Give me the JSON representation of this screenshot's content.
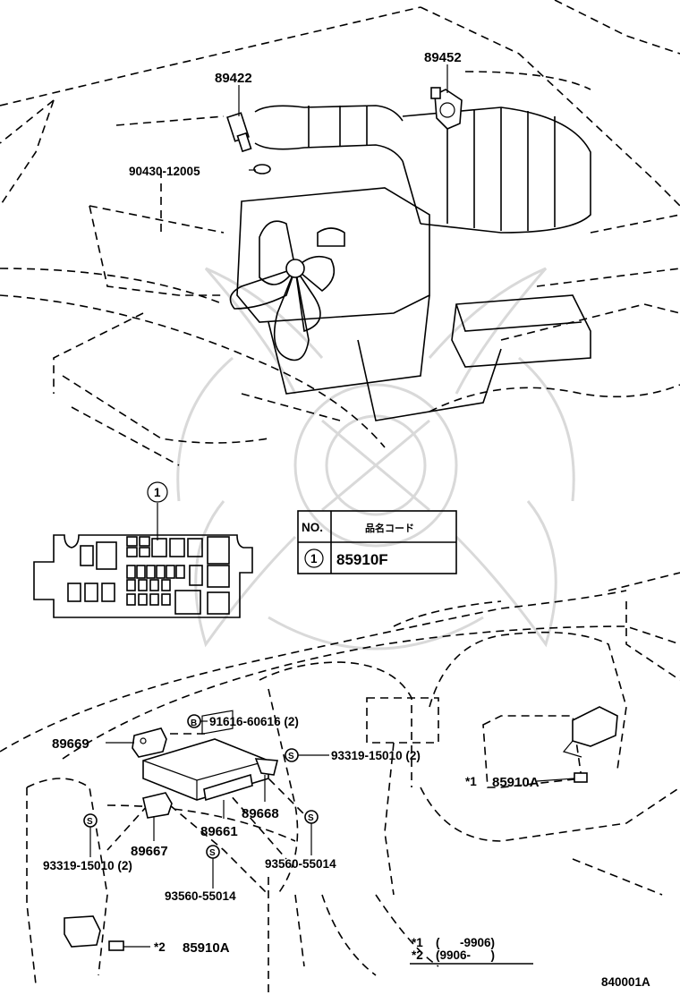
{
  "engine_parts": {
    "p89422": "89422",
    "p89452": "89452",
    "p90430": "90430-12005"
  },
  "fuse_box": {
    "callout": "1"
  },
  "table": {
    "col_no": "NO.",
    "col_code": "品名コード",
    "row_no": "1",
    "row_code": "85910F"
  },
  "dash_parts": {
    "p91616": "91616-60616 (2)",
    "p89669": "89669",
    "p93319_right": "93319-15010 (2)",
    "p85910A_1": "85910A",
    "mark1": "*1",
    "p89668": "89668",
    "p89661": "89661",
    "p89667": "89667",
    "p93319_left": "93319-15010 (2)",
    "p93560_right": "93560-55014",
    "p93560_left": "93560-55014",
    "p85910A_2": "85910A",
    "mark2": "*2"
  },
  "footnote": {
    "row1_mark": "*1",
    "row1_range": "(      -9906)",
    "row2_mark": "*2",
    "row2_range": "(9906-      )"
  },
  "figure_id": "840001A",
  "icons": {
    "bolt_marker": "bolt-letter-b-icon",
    "screw_marker": "screw-letter-s-icon"
  }
}
